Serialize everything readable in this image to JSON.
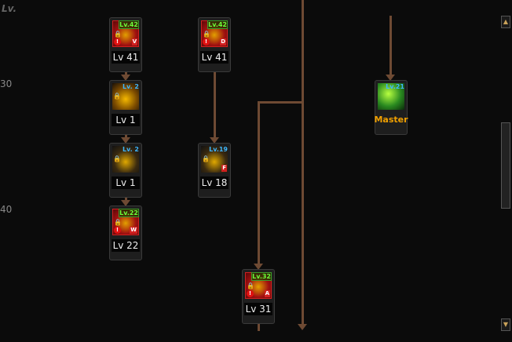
{
  "background_text": {
    "lv": "Lv.",
    "n30": "30",
    "n40": "40"
  },
  "skills": [
    {
      "badge": "Lv.42",
      "label": "Lv 41",
      "type": "V",
      "locked": true,
      "warning": true
    },
    {
      "badge": "Lv.42",
      "label": "Lv 41",
      "type": "D",
      "locked": true,
      "warning": true
    },
    {
      "badge": "Lv. 2",
      "label": "Lv 1",
      "locked": true
    },
    {
      "badge": "Lv. 2",
      "label": "Lv 1",
      "locked": true
    },
    {
      "badge": "Lv.19",
      "label": "Lv 18",
      "type": "F",
      "locked": true
    },
    {
      "badge": "Lv.22",
      "label": "Lv 22",
      "type": "W",
      "locked": true,
      "warning": true
    },
    {
      "badge": "Lv.21",
      "label": "Master"
    },
    {
      "badge": "Lv.32",
      "label": "Lv 31",
      "type": "A",
      "locked": true,
      "warning": true
    }
  ],
  "icons": {
    "lock": "🔒",
    "warning": "!",
    "up": "▲",
    "down": "▼"
  },
  "colors": {
    "arrow": "#6e4a33",
    "master": "#f0a000",
    "badge_blue": "#3fb6ff",
    "badge_green": "#6cff3a"
  }
}
